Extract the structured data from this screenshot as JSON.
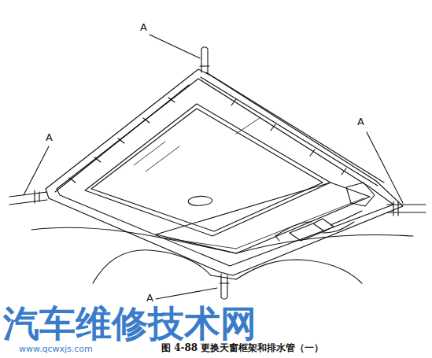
{
  "diagram": {
    "caption": "图 4-88  更换天窗框架和排水管（一）",
    "labels": [
      "A",
      "A",
      "A",
      "A",
      "汽车维修技术网",
      "www.qcwxjs.com"
    ]
  }
}
